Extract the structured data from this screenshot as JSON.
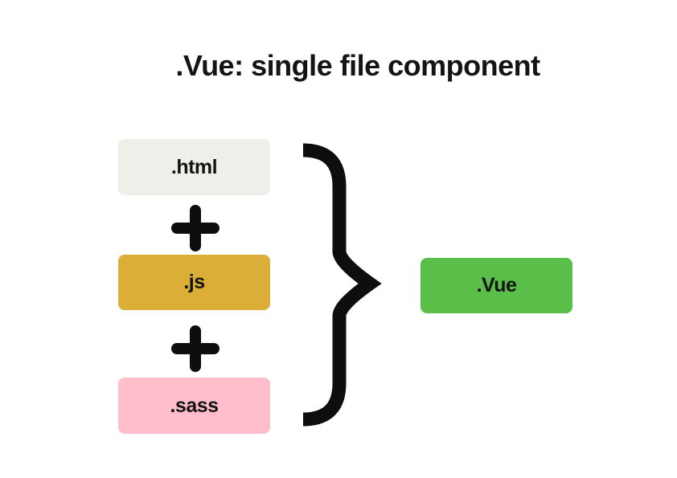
{
  "title": ".Vue: single file component",
  "diagram": {
    "sources": [
      {
        "label": ".html",
        "color": "#eeefe9"
      },
      {
        "label": ".js",
        "color": "#dbae37"
      },
      {
        "label": ".sass",
        "color": "#ffbeca"
      }
    ],
    "operator_symbol": "+",
    "brace_symbol": "}",
    "result": {
      "label": ".Vue",
      "color": "#5abf48"
    }
  },
  "colors": {
    "background": "#ffffff",
    "text": "#141414",
    "shapes": "#0e0e0e"
  }
}
